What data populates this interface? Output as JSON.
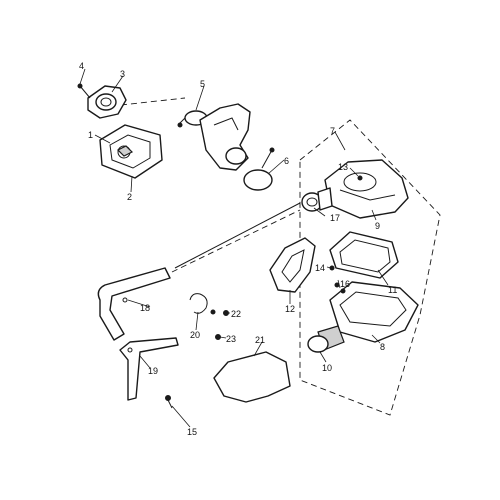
{
  "diagram": {
    "callouts": {
      "p1": "1",
      "p2": "2",
      "p3": "3",
      "p4": "4",
      "p5": "5",
      "p6": "6",
      "p7": "7",
      "p8": "8",
      "p9": "9",
      "p10": "10",
      "p11": "11",
      "p12": "12",
      "p13": "13",
      "p14": "14",
      "p15": "15",
      "p16": "16",
      "p17": "17",
      "p18": "18",
      "p19": "19",
      "p20": "20",
      "p21": "21",
      "p22": "22",
      "p23": "23"
    }
  }
}
